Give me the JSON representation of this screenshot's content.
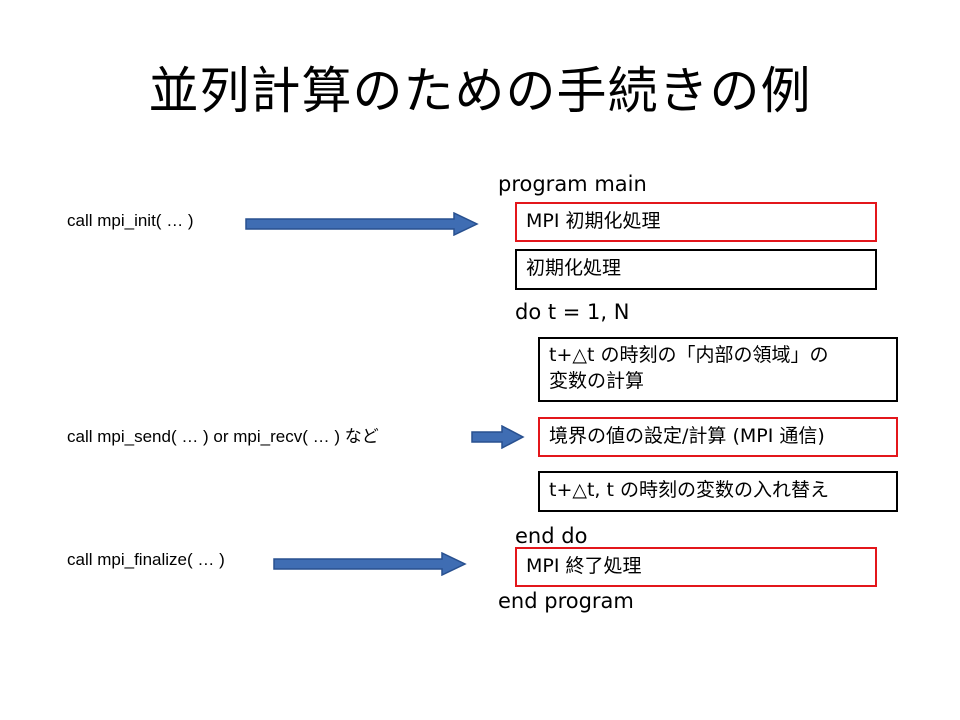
{
  "title": "並列計算のための手続きの例",
  "code": {
    "program_main": "program main",
    "do_loop": "do t = 1, N",
    "end_do": "end do",
    "end_program": "end program"
  },
  "calls": {
    "init": "call mpi_init( … )",
    "send_recv": "call mpi_send( … ) or mpi_recv( … ) など",
    "finalize": "call mpi_finalize( … )"
  },
  "boxes": {
    "mpi_init": "MPI 初期化処理",
    "init": "初期化処理",
    "interior_line1": "t+△t の時刻の「内部の領域」の",
    "interior_line2": "変数の計算",
    "boundary": "境界の値の設定/計算 (MPI 通信)",
    "swap": "t+△t, t の時刻の変数の入れ替え",
    "mpi_finalize": "MPI 終了処理"
  },
  "colors": {
    "mpi_border": "#e3161b",
    "plain_border": "#000000",
    "arrow_fill": "#3f6db3",
    "arrow_stroke": "#28508f"
  },
  "icons": [
    "arrow-right-icon"
  ]
}
